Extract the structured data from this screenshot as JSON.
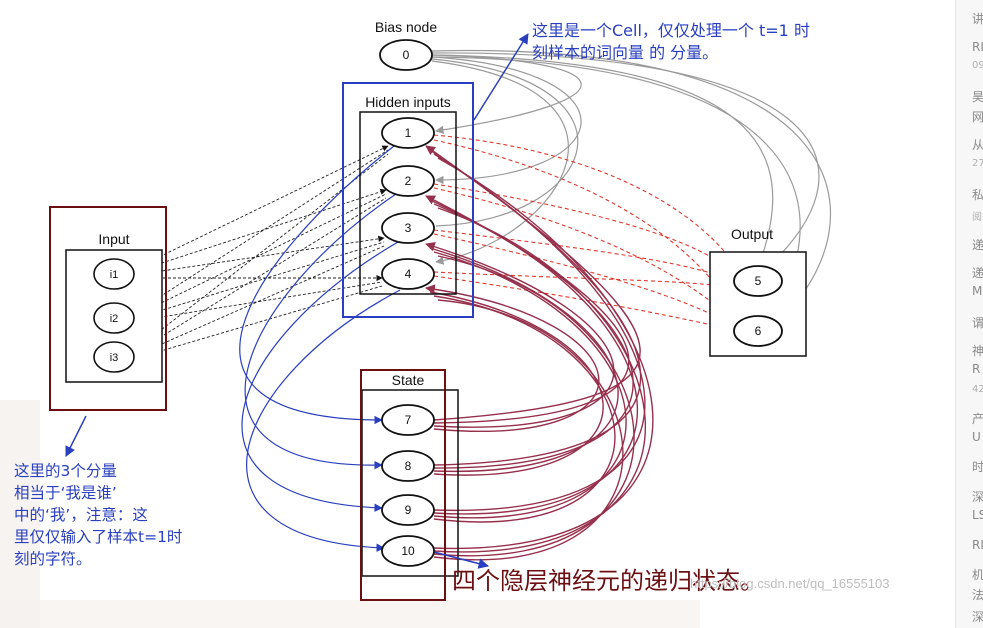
{
  "diagram": {
    "bias_title": "Bias node",
    "hidden_title": "Hidden inputs",
    "input_title": "Input",
    "output_title": "Output",
    "state_title": "State",
    "nodes": {
      "bias": "0",
      "hidden": [
        "1",
        "2",
        "3",
        "4"
      ],
      "input": [
        "i1",
        "i2",
        "i3"
      ],
      "output": [
        "5",
        "6"
      ],
      "state": [
        "7",
        "8",
        "9",
        "10"
      ]
    }
  },
  "annotations": {
    "cell_note": [
      "这里是一个Cell，仅仅处理一个 t=1 时",
      "刻样本的词向量 的 分量。"
    ],
    "input_note": [
      "这里的3个分量",
      "相当于‘我是谁’",
      "中的‘我’，注意：这",
      "里仅仅输入了样本t=1时",
      "刻的字符。"
    ],
    "state_note": "四个隐层神经元的递归状态。"
  },
  "watermark": "https://blog.csdn.net/qq_16555103",
  "sidebar_fragments": [
    "讲",
    "RI",
    "09",
    "昊",
    "网",
    "从",
    "27",
    "私",
    "阅",
    "递",
    "递",
    "M",
    "谓",
    "神",
    "R",
    "42",
    "产",
    "U",
    "时",
    "深",
    "LS",
    "RI",
    "机",
    "法",
    "深"
  ],
  "colors": {
    "blue": "#2a3fbf",
    "annotation_box": "#6b0f12",
    "recurrent": "#8b1a3a",
    "output_arrow": "#e03a2f",
    "bias_line": "#9a9a9a"
  }
}
